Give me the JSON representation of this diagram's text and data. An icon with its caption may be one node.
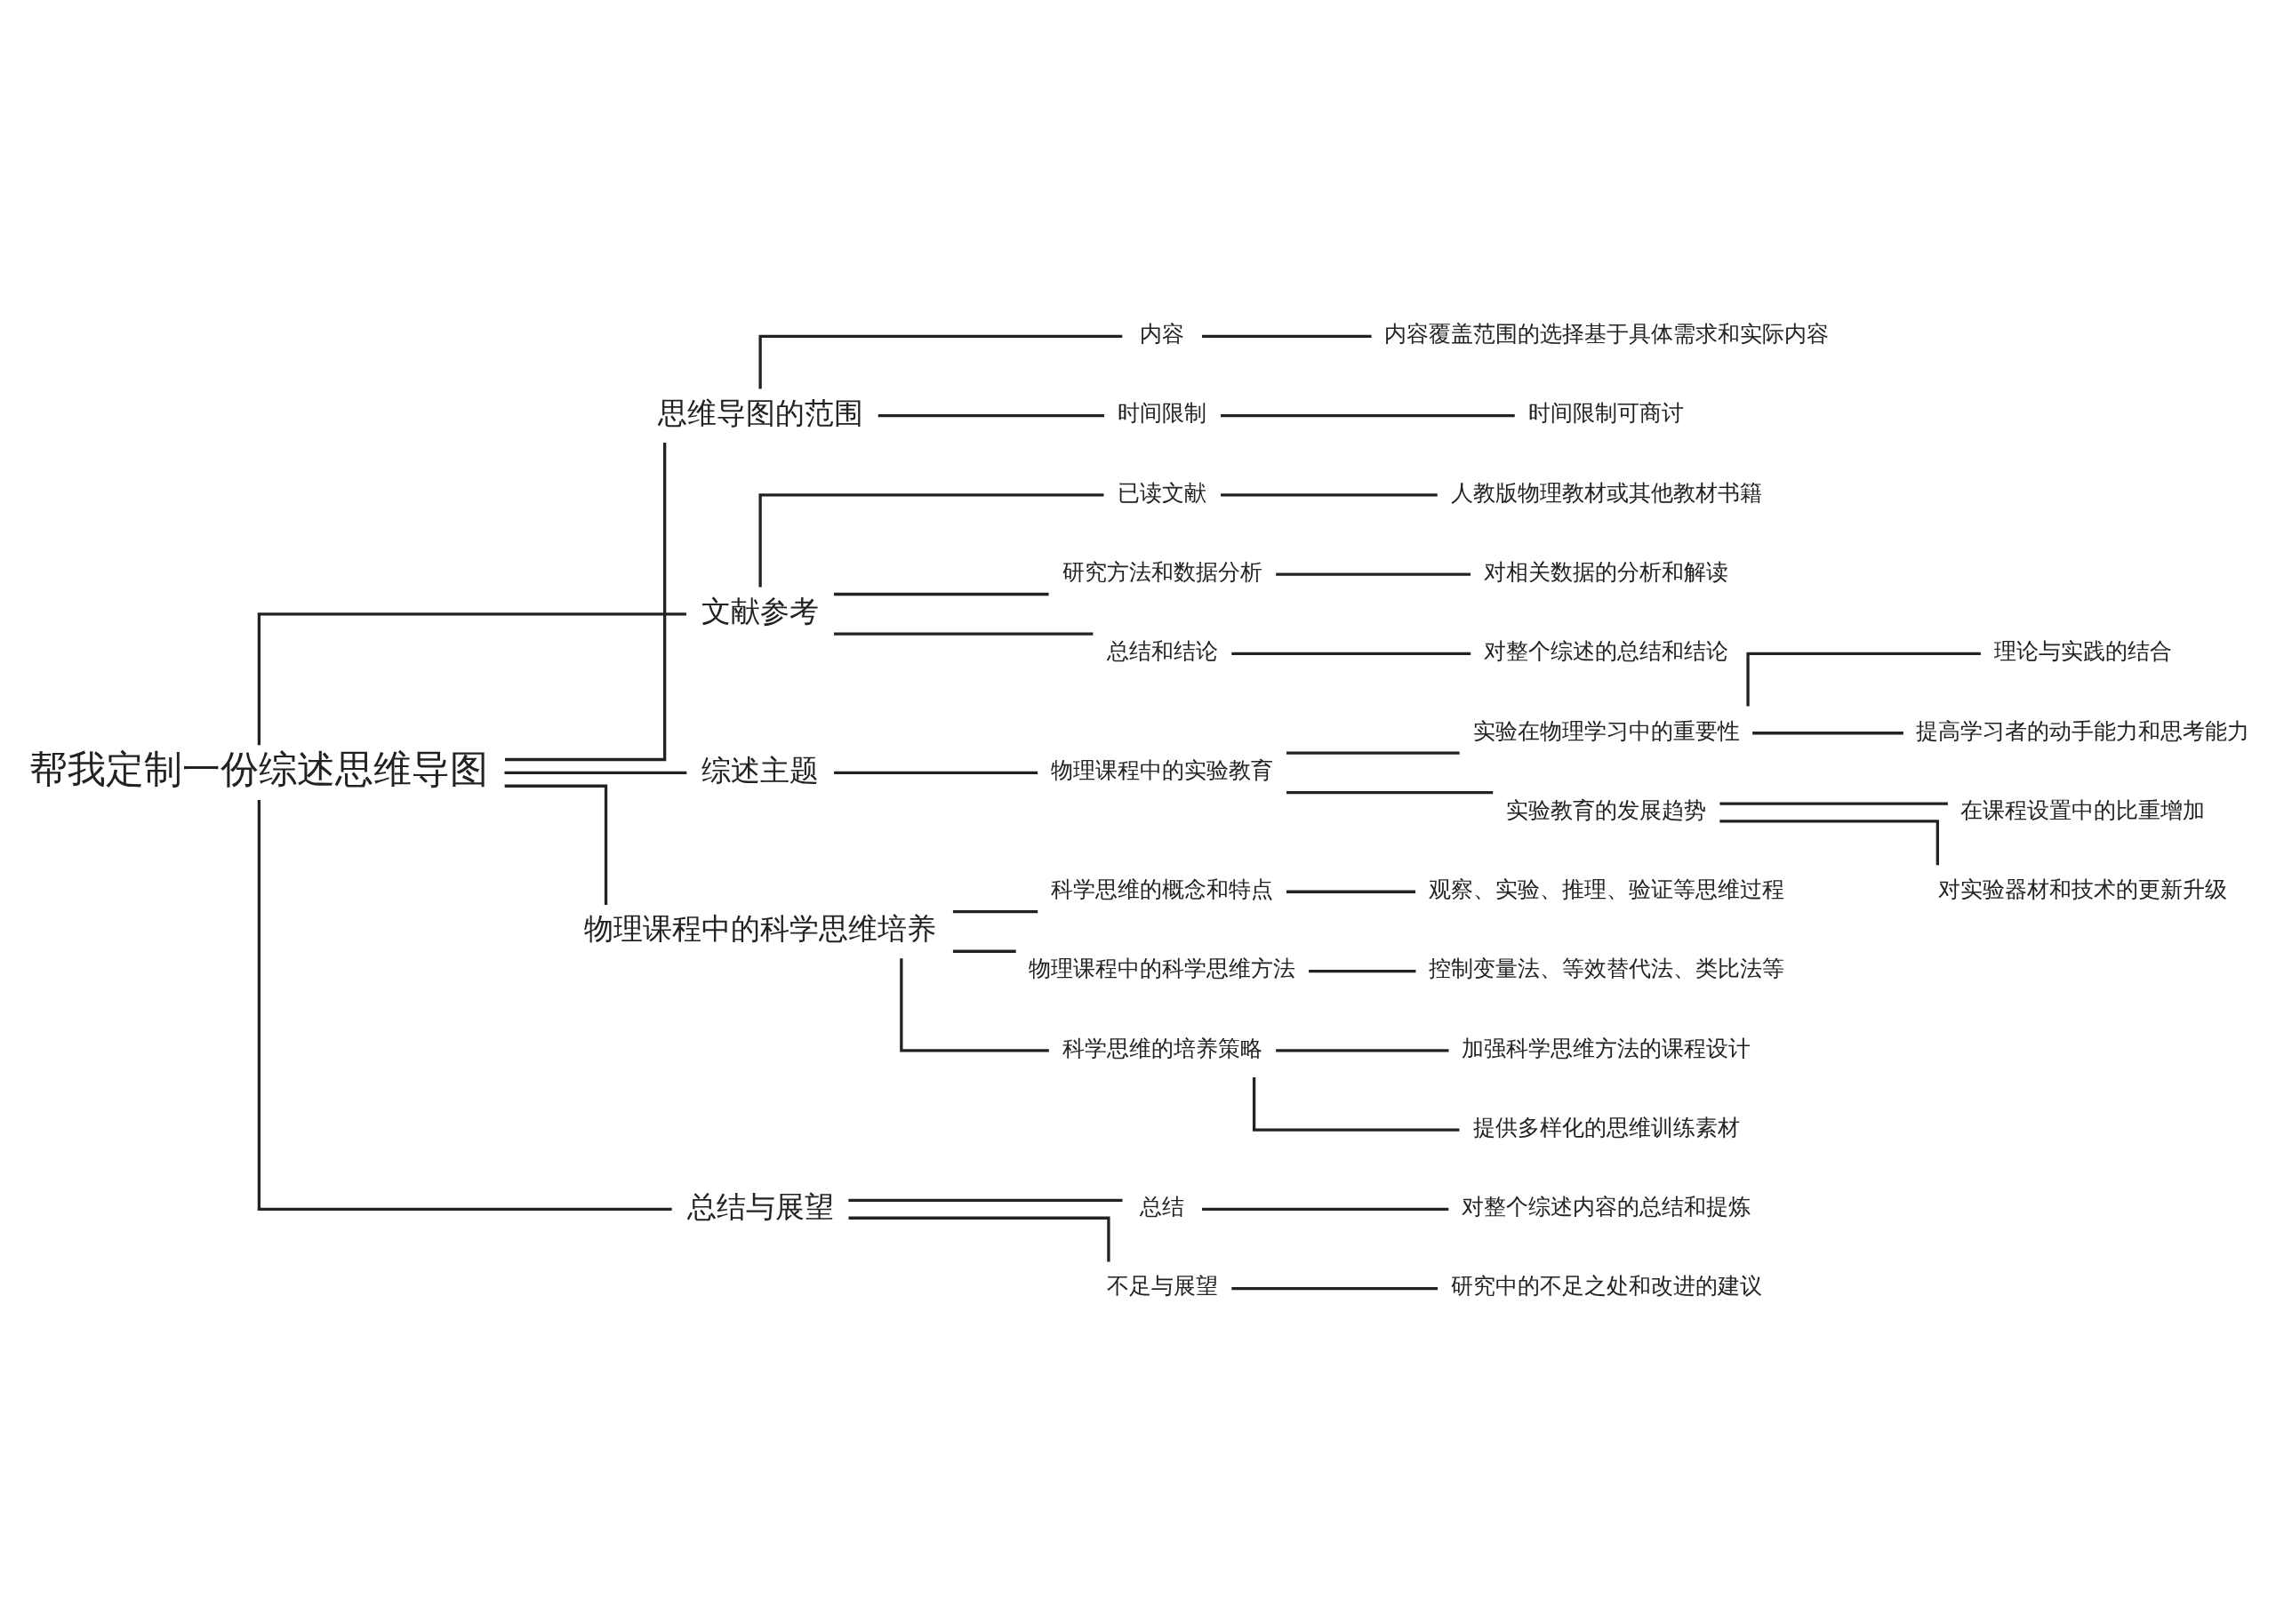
{
  "diagram": {
    "nodes": [
      {
        "text": [
          "帮我定制一份综述思维导图"
        ]
      },
      {
        "text": [
          "思维导图的范围"
        ]
      },
      {
        "text": [
          "内容"
        ]
      },
      {
        "text": [
          "内容覆盖范围的选择基于具体需求和实际内容"
        ]
      },
      {
        "text": [
          "时间限制"
        ]
      },
      {
        "text": [
          "时间限制可商讨"
        ]
      },
      {
        "text": [
          "文献参考"
        ]
      },
      {
        "text": [
          "已读文献"
        ]
      },
      {
        "text": [
          "人教版物理教材或其他教材书籍"
        ]
      },
      {
        "text": [
          "研究方法和数据分析"
        ]
      },
      {
        "text": [
          "对相关数据的分析和解读"
        ]
      },
      {
        "text": [
          "总结和结论"
        ]
      },
      {
        "text": [
          "对整个综述的总结和结论"
        ]
      },
      {
        "text": [
          "综述主题"
        ]
      },
      {
        "text": [
          "物理课程中的实验教育"
        ]
      },
      {
        "text": [
          "实验在物理学习中的重要性"
        ]
      },
      {
        "text": [
          "理论与实践的结合"
        ]
      },
      {
        "text": [
          "提高学习者的动手能力和思考能力"
        ]
      },
      {
        "text": [
          "实验教育的发展趋势"
        ]
      },
      {
        "text": [
          "在课程设置中的比重增加"
        ]
      },
      {
        "text": [
          "对实验器材和技术的更新升级"
        ]
      },
      {
        "text": [
          "物理课程中的科学思维培养"
        ]
      },
      {
        "text": [
          "科学思维的概念和特点"
        ]
      },
      {
        "text": [
          "观察、实验、推理、验证等思维过程"
        ]
      },
      {
        "text": [
          "物理课程中的科学思维方法"
        ]
      },
      {
        "text": [
          "控制变量法、等效替代法、类比法等"
        ]
      },
      {
        "text": [
          "科学思维的培养策略"
        ]
      },
      {
        "text": [
          "加强科学思维方法的课程设计"
        ]
      },
      {
        "text": [
          "提供多样化的思维训练素材"
        ]
      },
      {
        "text": [
          "总结与展望"
        ]
      },
      {
        "text": [
          "总结"
        ]
      },
      {
        "text": [
          "对整个综述内容的总结和提炼"
        ]
      },
      {
        "text": [
          "不足与展望"
        ]
      },
      {
        "text": [
          "研究中的不足之处和改进的建议"
        ]
      }
    ],
    "edges": [
      {
        "from": 0,
        "to": 1,
        "arrow": "none"
      },
      {
        "from": 1,
        "to": 2,
        "arrow": "none"
      },
      {
        "from": 2,
        "to": 3,
        "arrow": "none"
      },
      {
        "from": 1,
        "to": 4,
        "arrow": "none"
      },
      {
        "from": 4,
        "to": 5,
        "arrow": "none"
      },
      {
        "from": 0,
        "to": 6,
        "arrow": "none"
      },
      {
        "from": 6,
        "to": 7,
        "arrow": "none"
      },
      {
        "from": 7,
        "to": 8,
        "arrow": "none"
      },
      {
        "from": 6,
        "to": 9,
        "arrow": "none"
      },
      {
        "from": 9,
        "to": 10,
        "arrow": "none"
      },
      {
        "from": 6,
        "to": 11,
        "arrow": "none"
      },
      {
        "from": 11,
        "to": 12,
        "arrow": "none"
      },
      {
        "from": 0,
        "to": 13,
        "arrow": "none"
      },
      {
        "from": 13,
        "to": 14,
        "arrow": "none"
      },
      {
        "from": 14,
        "to": 15,
        "arrow": "none"
      },
      {
        "from": 15,
        "to": 16,
        "arrow": "none"
      },
      {
        "from": 15,
        "to": 17,
        "arrow": "none"
      },
      {
        "from": 14,
        "to": 18,
        "arrow": "none"
      },
      {
        "from": 18,
        "to": 19,
        "arrow": "none"
      },
      {
        "from": 18,
        "to": 20,
        "arrow": "none"
      },
      {
        "from": 0,
        "to": 21,
        "arrow": "none"
      },
      {
        "from": 21,
        "to": 22,
        "arrow": "none"
      },
      {
        "from": 22,
        "to": 23,
        "arrow": "none"
      },
      {
        "from": 21,
        "to": 24,
        "arrow": "none"
      },
      {
        "from": 24,
        "to": 25,
        "arrow": "none"
      },
      {
        "from": 21,
        "to": 26,
        "arrow": "none"
      },
      {
        "from": 26,
        "to": 27,
        "arrow": "none"
      },
      {
        "from": 26,
        "to": 28,
        "arrow": "none"
      },
      {
        "from": 0,
        "to": 29,
        "arrow": "none"
      },
      {
        "from": 29,
        "to": 30,
        "arrow": "none"
      },
      {
        "from": 30,
        "to": 31,
        "arrow": "none"
      },
      {
        "from": 29,
        "to": 32,
        "arrow": "none"
      },
      {
        "from": 32,
        "to": 33,
        "arrow": "none"
      }
    ]
  }
}
